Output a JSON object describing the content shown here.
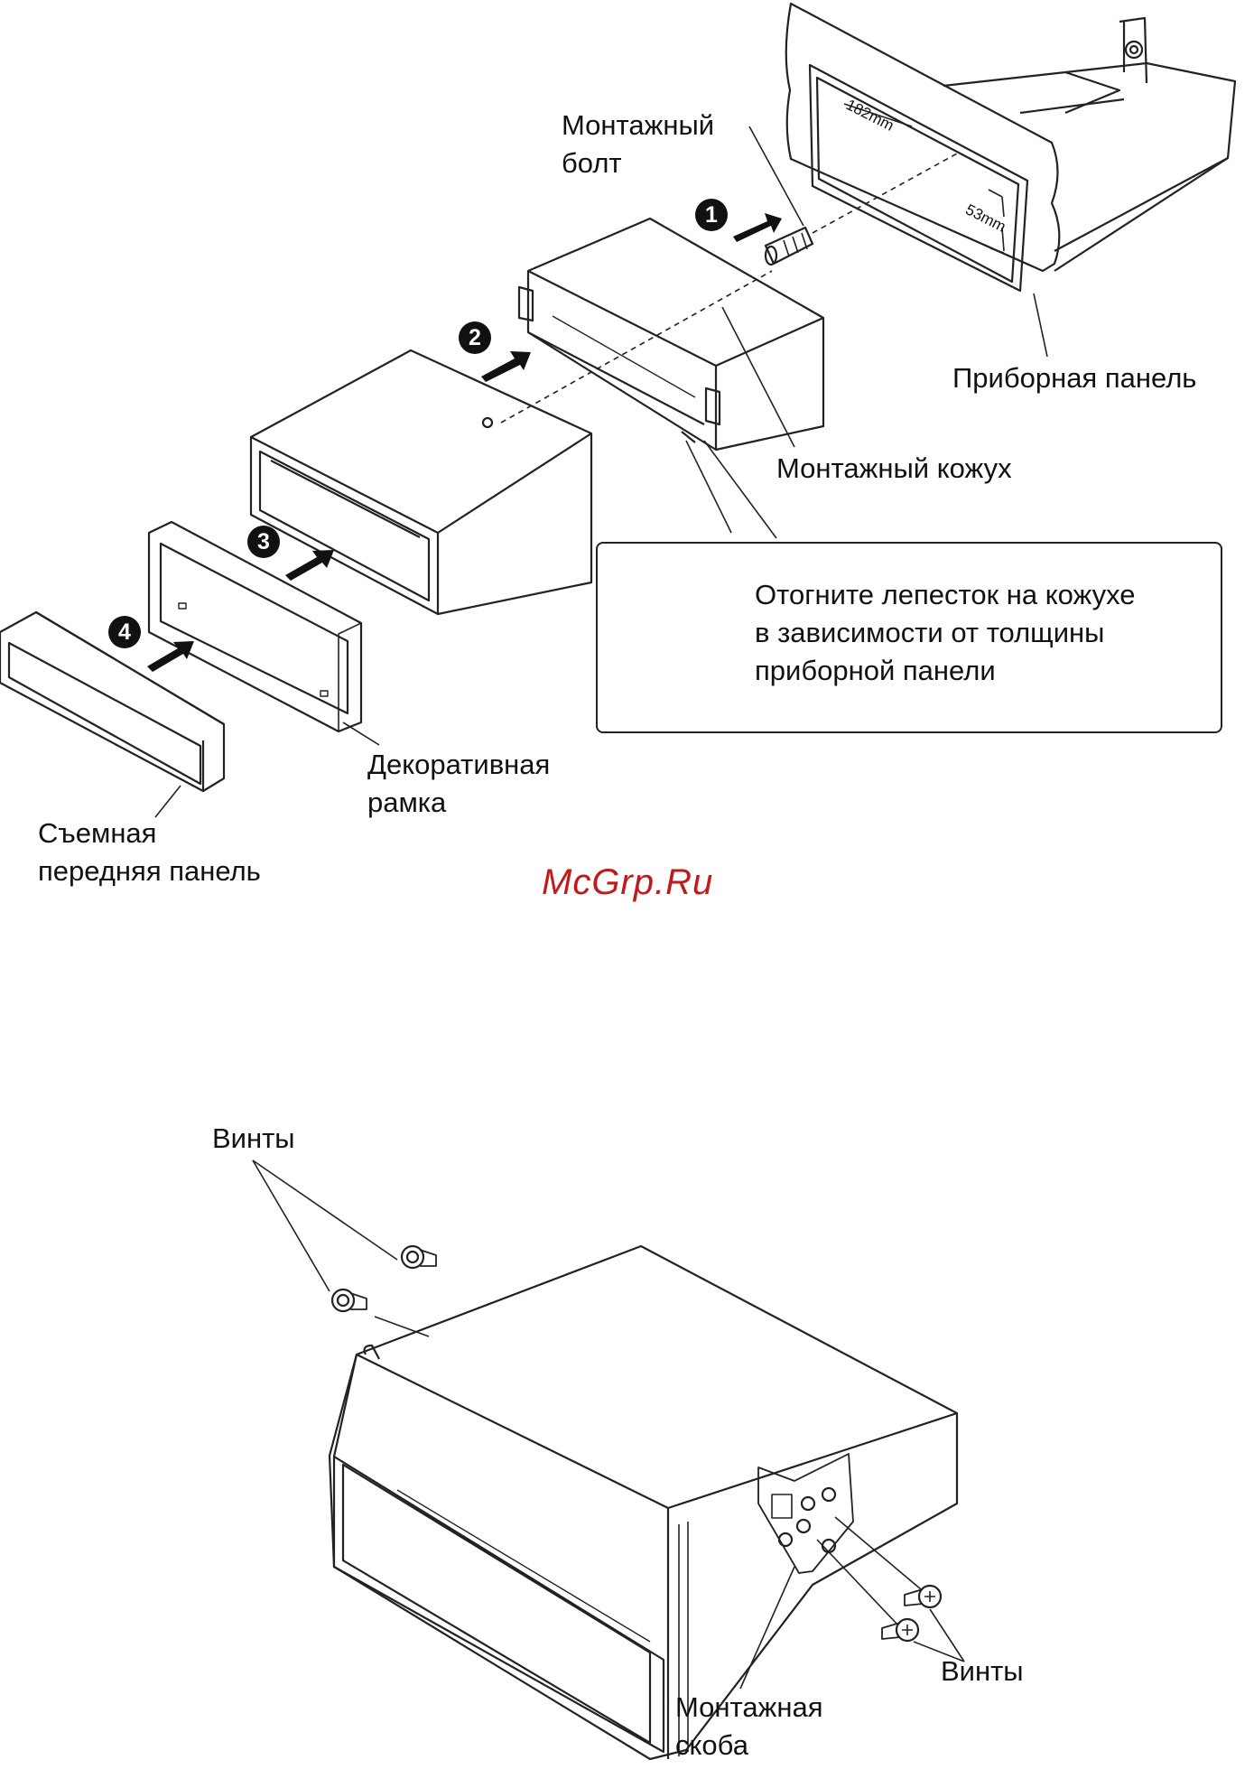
{
  "labels": {
    "mount_bolt": "Монтажный\nболт",
    "dashboard": "Приборная панель",
    "sleeve": "Монтажный кожух",
    "trim_frame": "Декоративная\nрамка",
    "front_panel": "Съемная\nпередняя панель",
    "screws_top": "Винты",
    "screws_bottom": "Винты",
    "bracket": "Монтажная\nскоба",
    "dim_width": "182mm",
    "dim_height": "53mm"
  },
  "note": {
    "text": "Отогните лепесток на кожухе\nв зависимости от толщины\nприборной панели"
  },
  "steps": [
    "1",
    "2",
    "3",
    "4"
  ],
  "watermark": "McGrp.Ru",
  "colors": {
    "line": "#222222",
    "watermark": "#c11a1a"
  }
}
